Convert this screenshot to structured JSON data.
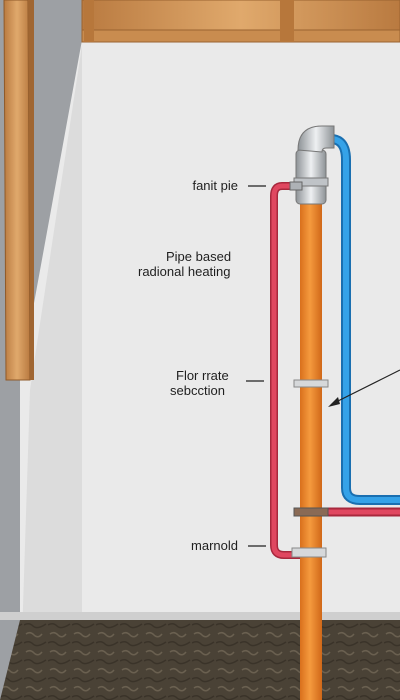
{
  "labels": {
    "faucet_pipe": "fanit pie",
    "heating_line1": "Pipe based",
    "heating_line2": "radional heating",
    "flow_line1": "Flor rrate",
    "flow_line2": "sebcction",
    "manifold": "marnold"
  },
  "colors": {
    "wall": "#ececec",
    "wood": "#d9a066",
    "wood_dark": "#a86b35",
    "orange_pipe": "#f0882a",
    "red_pipe": "#d9364f",
    "blue_pipe": "#2a8fd6",
    "fitting": "#c9ccd0",
    "soil": "#4a4236"
  }
}
